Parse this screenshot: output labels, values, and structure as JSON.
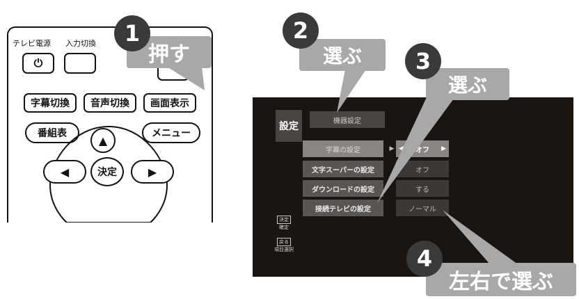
{
  "remote": {
    "labels": {
      "tv_power": "テレビ電源",
      "input_switch": "入力切換"
    },
    "power_icon": "⏻",
    "buttons": {
      "subtitle": "字幕切換",
      "audio": "音声切換",
      "display": "画面表示",
      "guide": "番組表",
      "menu": "メニュー",
      "ok": "決定"
    },
    "arrows": {
      "up": "▲",
      "left": "◀",
      "right": "▶"
    }
  },
  "callouts": [
    {
      "number": "1",
      "text": "押す"
    },
    {
      "number": "2",
      "text": "選ぶ"
    },
    {
      "number": "3",
      "text": "選ぶ"
    },
    {
      "number": "4",
      "text": "左右で選ぶ"
    }
  ],
  "menu": {
    "title": "設定",
    "category": "機器設定",
    "rows": [
      {
        "label": "字幕の設定",
        "value": "オフ"
      },
      {
        "label": "文字スーパーの設定",
        "value": "オフ"
      },
      {
        "label": "ダウンロードの設定",
        "value": "する"
      },
      {
        "label": "接続テレビの設定",
        "value": "ノーマル"
      }
    ],
    "value_left_arrow": "◀",
    "value_right_arrow": "▶",
    "pointer_arrow": "▶",
    "hints": [
      {
        "key": "決定",
        "action": "確定"
      },
      {
        "key": "戻る",
        "action": "項目選択"
      }
    ]
  },
  "colors": {
    "callout_circle": "#3a3a3a",
    "callout_bubble": "#a8a8a8",
    "screen_bg": "#1a1511"
  }
}
